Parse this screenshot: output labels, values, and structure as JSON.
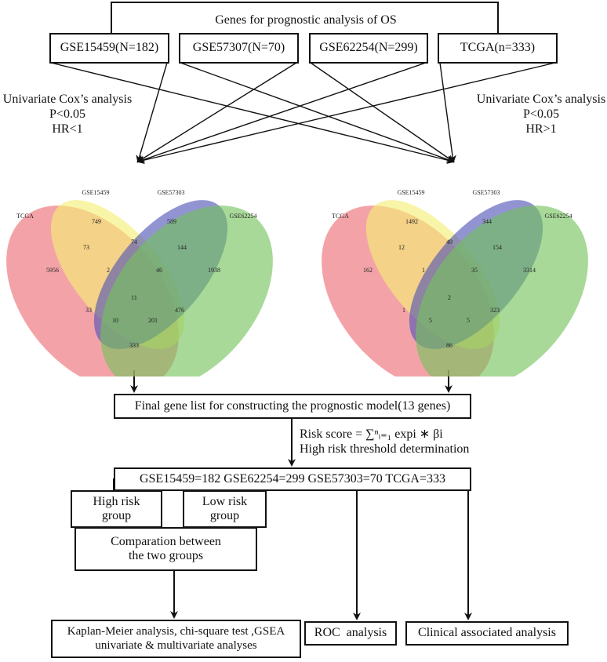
{
  "title": "Genes for prognostic analysis of OS",
  "datasets": [
    {
      "label": "GSE15459(N=182)"
    },
    {
      "label": "GSE57307(N=70)"
    },
    {
      "label": "GSE62254(N=299)"
    },
    {
      "label": "TCGA(n=333)"
    }
  ],
  "left_criteria": [
    "Univariate Cox’s analysis",
    "P<0.05",
    "HR<1"
  ],
  "right_criteria": [
    "Univariate Cox’s analysis",
    "P<0.05",
    "HR>1"
  ],
  "colors": {
    "tcga": "#ec6b72",
    "gse15459": "#f4ef72",
    "gse57303": "#4f52b4",
    "gse62254": "#72c25a"
  },
  "venn_left": {
    "set_labels": {
      "tcga": "TCGA",
      "gse15459": "GSE15459",
      "gse57303": "GSE57303",
      "gse62254": "GSE62254"
    },
    "regions": {
      "tcga_only": "5956",
      "gse15459_only": "749",
      "gse57303_only": "589",
      "gse62254_only": "1938",
      "tcga_gse15459": "73",
      "gse15459_gse57303": "74",
      "gse57303_gse62254": "144",
      "tcga_gse15459_gse57303": "2",
      "gse15459_gse57303_gse62254": "46",
      "all_four": "11",
      "tcga_gse57303": "33",
      "gse15459_gse62254": "476",
      "tcga_gse57303_gse62254": "10",
      "tcga_gse15459_gse62254": "201",
      "tcga_gse62254": "333"
    }
  },
  "venn_right": {
    "set_labels": {
      "tcga": "TCGA",
      "gse15459": "GSE15459",
      "gse57303": "GSE57303",
      "gse62254": "GSE62254"
    },
    "regions": {
      "tcga_only": "162",
      "gse15459_only": "1492",
      "gse57303_only": "344",
      "gse62254_only": "3314",
      "tcga_gse15459": "12",
      "gse15459_gse57303": "49",
      "gse57303_gse62254": "154",
      "tcga_gse15459_gse57303": "1",
      "gse15459_gse57303_gse62254": "35",
      "all_four": "2",
      "tcga_gse57303": "1",
      "gse15459_gse62254": "323",
      "tcga_gse57303_gse62254": "5",
      "tcga_gse15459_gse62254": "5",
      "tcga_gse62254": "86"
    }
  },
  "final_list": "Final gene list for constructing the prognostic model(13 genes)",
  "risk_formula": "Risk score = ∑ⁿᵢ₌₁ expi ∗ βi",
  "risk_threshold": "High risk threshold determination",
  "samples": "GSE15459=182 GSE62254=299 GSE57303=70 TCGA=333",
  "high_risk": "High risk group",
  "low_risk": "Low risk group",
  "comparison": "Comparation between the two groups",
  "outputs": {
    "km": "Kaplan-Meier analysis, chi-square test ,GSEA univariate & multivariate analyses",
    "roc": "ROC  analysis",
    "clinical": "Clinical associated analysis"
  }
}
